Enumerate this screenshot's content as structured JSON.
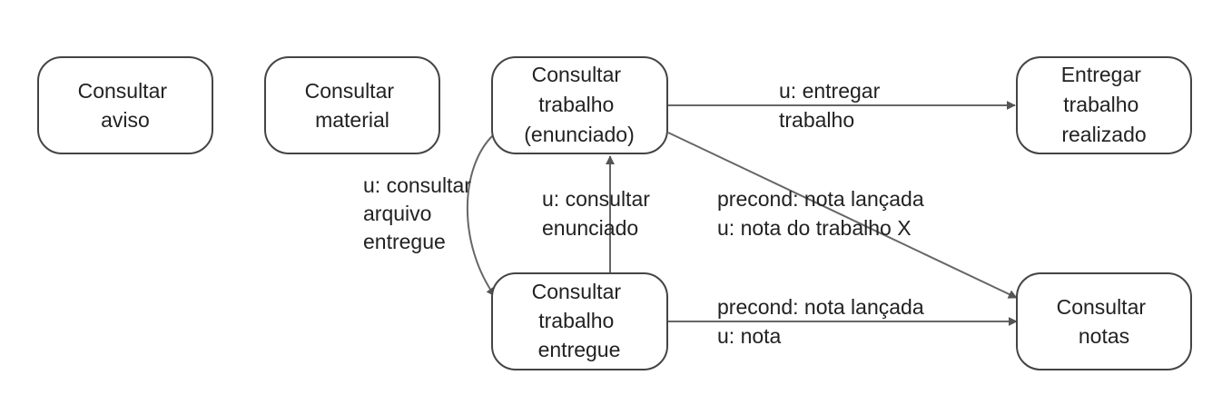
{
  "nodes": {
    "consultar_aviso": {
      "lines": [
        "Consultar",
        "aviso"
      ]
    },
    "consultar_material": {
      "lines": [
        "Consultar",
        "material"
      ]
    },
    "consultar_trabalho_enunciado": {
      "lines": [
        "Consultar",
        "trabalho",
        "(enunciado)"
      ]
    },
    "entregar_trabalho_realizado": {
      "lines": [
        "Entregar",
        "trabalho",
        "realizado"
      ]
    },
    "consultar_trabalho_entregue": {
      "lines": [
        "Consultar",
        "trabalho",
        "entregue"
      ]
    },
    "consultar_notas": {
      "lines": [
        "Consultar",
        "notas"
      ]
    }
  },
  "edges": {
    "enunciado_to_entregar": {
      "lines": [
        "u: entregar",
        "trabalho"
      ]
    },
    "enunciado_to_entregue": {
      "lines": [
        "u: consultar",
        "arquivo",
        "entregue"
      ]
    },
    "entregue_to_enunciado": {
      "lines": [
        "u: consultar",
        "enunciado"
      ]
    },
    "enunciado_to_notas": {
      "lines": [
        "precond: nota lançada",
        "u: nota do trabalho X"
      ]
    },
    "entregue_to_notas": {
      "lines": [
        "precond: nota lançada",
        "u: nota"
      ]
    }
  }
}
